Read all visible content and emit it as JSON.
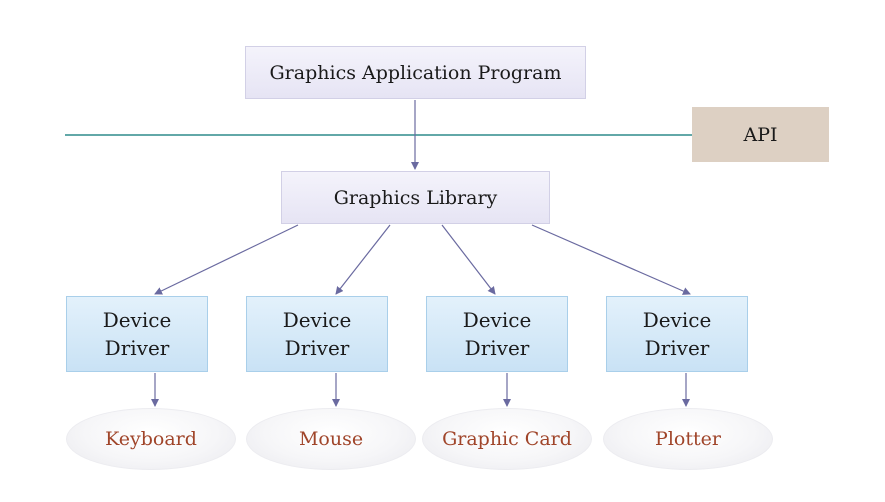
{
  "top_box": {
    "label": "Graphics Application Program"
  },
  "api_box": {
    "label": "API"
  },
  "library_box": {
    "label": "Graphics Library"
  },
  "drivers": [
    {
      "line1": "Device",
      "line2": "Driver"
    },
    {
      "line1": "Device",
      "line2": "Driver"
    },
    {
      "line1": "Device",
      "line2": "Driver"
    },
    {
      "line1": "Device",
      "line2": "Driver"
    }
  ],
  "devices": [
    {
      "label": "Keyboard"
    },
    {
      "label": "Mouse"
    },
    {
      "label": "Graphic Card"
    },
    {
      "label": "Plotter"
    }
  ],
  "colors": {
    "api_line": "#2e8b8b",
    "arrow": "#6a6aa0",
    "device_text": "#a0452a"
  }
}
